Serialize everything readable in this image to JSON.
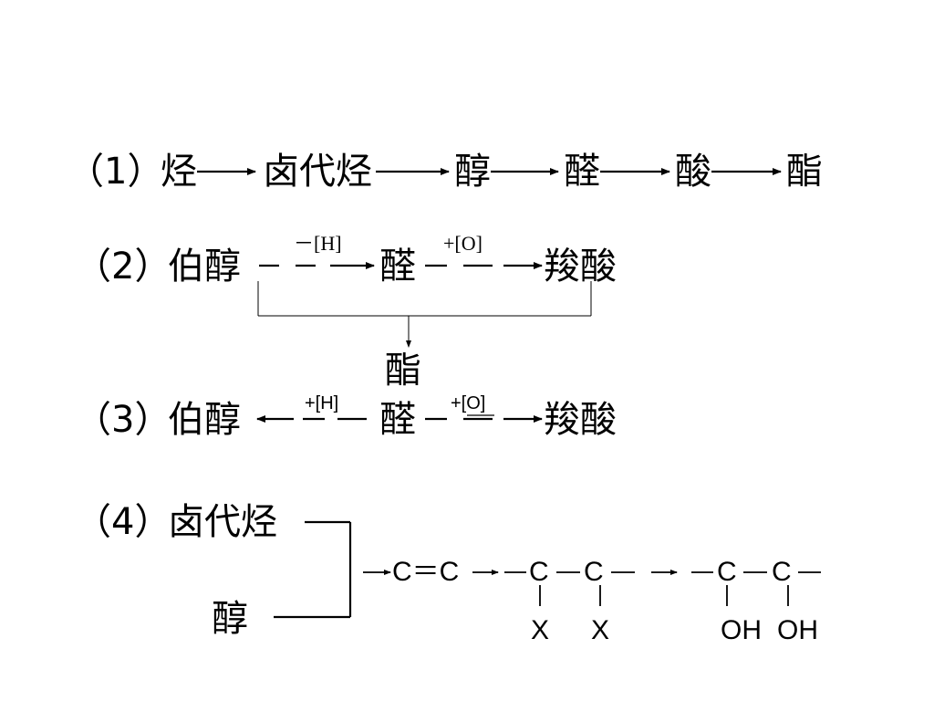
{
  "row1": {
    "label": "（1）",
    "items": [
      "烃",
      "卤代烃",
      "醇",
      "醛",
      "酸",
      "酯"
    ]
  },
  "row2": {
    "label": "（2）",
    "start": "伯醇",
    "mid": "醛",
    "end": "羧酸",
    "arrow1_label": "－[H]",
    "arrow2_label": "+[O]",
    "product": "酯"
  },
  "row3": {
    "label": "（3）",
    "start": "伯醇",
    "mid": "醛",
    "end": "羧酸",
    "arrow1_label": "+[H]",
    "arrow2_label": "+[O]"
  },
  "row4": {
    "label": "（4）",
    "source1": "卤代烃",
    "source2": "醇",
    "alkene": "C＝C",
    "c": "C",
    "x": "X",
    "oh": "OH"
  }
}
